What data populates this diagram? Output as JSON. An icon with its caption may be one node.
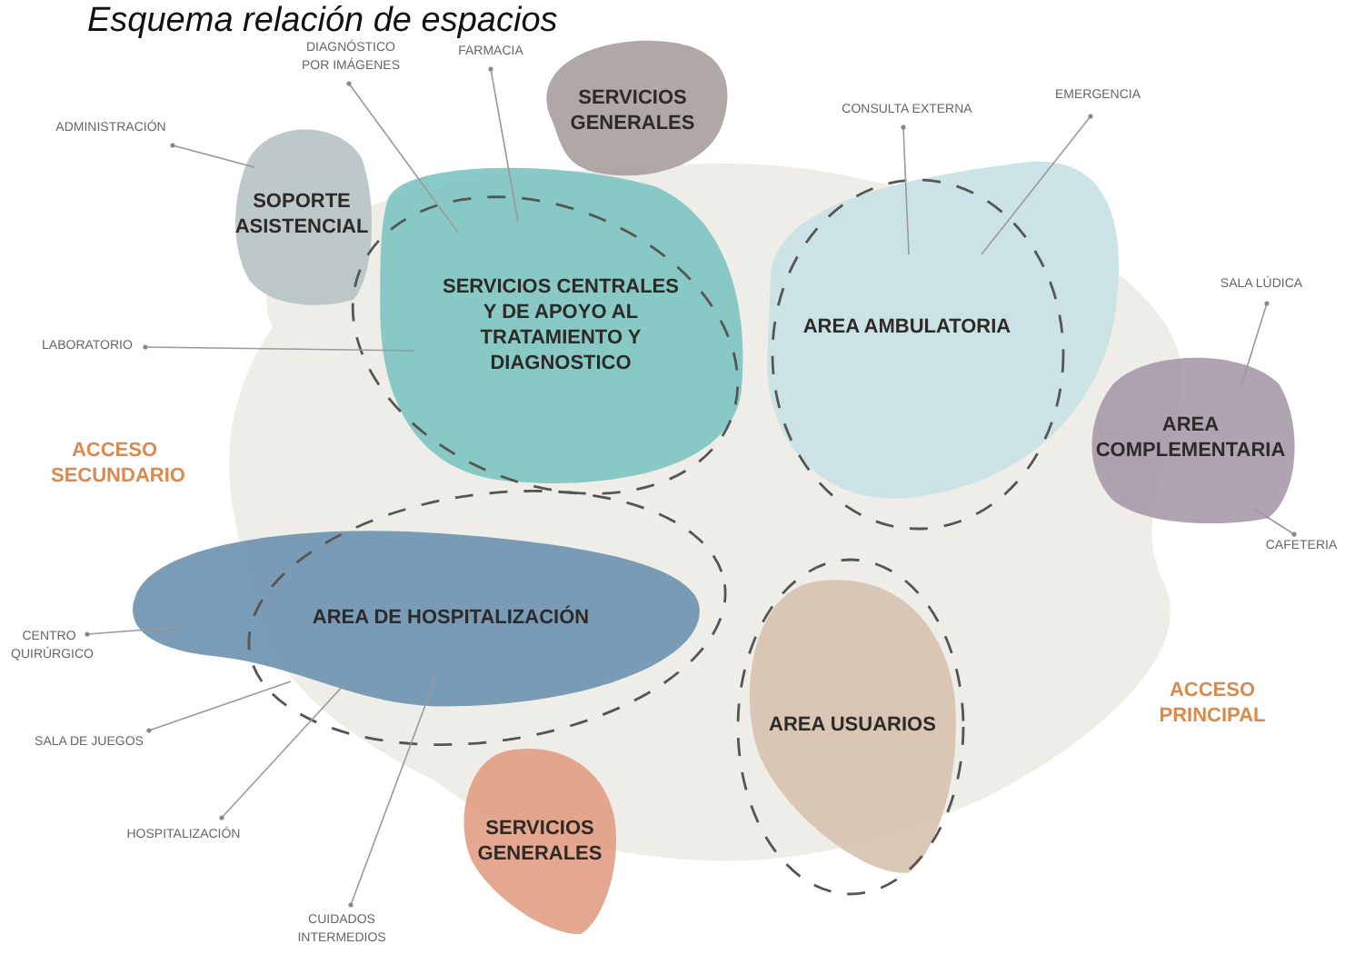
{
  "diagram": {
    "title": "Esquema relación de espacios",
    "nodes": [
      {
        "text": [
          "SERVICIOS GENERALES"
        ]
      },
      {
        "text": [
          "SOPORTE ASISTENCIAL"
        ]
      },
      {
        "text": [
          "SERVICIOS CENTRALES Y DE APOYO AL TRATAMIENTO Y DIAGNOSTICO"
        ]
      },
      {
        "text": [
          "AREA AMBULATORIA"
        ]
      },
      {
        "text": [
          "AREA COMPLEMENTARIA"
        ]
      },
      {
        "text": [
          "AREA DE HOSPITALIZACIÓN"
        ]
      },
      {
        "text": [
          "AREA USUARIOS"
        ]
      },
      {
        "text": [
          "SERVICIOS GENERALES"
        ]
      },
      {
        "text": [
          "DIAGNÓSTICO POR IMÁGENES"
        ]
      },
      {
        "text": [
          "FARMACIA"
        ]
      },
      {
        "text": [
          "ADMINISTRACIÓN"
        ]
      },
      {
        "text": [
          "LABORATORIO"
        ]
      },
      {
        "text": [
          "CONSULTA EXTERNA"
        ]
      },
      {
        "text": [
          "EMERGENCIA"
        ]
      },
      {
        "text": [
          "SALA LÚDICA"
        ]
      },
      {
        "text": [
          "CAFETERIA"
        ]
      },
      {
        "text": [
          "CENTRO QUIRÚRGICO"
        ]
      },
      {
        "text": [
          "SALA DE JUEGOS"
        ]
      },
      {
        "text": [
          "HOSPITALIZACIÓN"
        ]
      },
      {
        "text": [
          "CUIDADOS INTERMEDIOS"
        ]
      }
    ],
    "edges": [
      {
        "from": 8,
        "to": 2,
        "arrow": "other"
      },
      {
        "from": 9,
        "to": 2,
        "arrow": "other"
      },
      {
        "from": 10,
        "to": 1,
        "arrow": "other"
      },
      {
        "from": 11,
        "to": 2,
        "arrow": "other"
      },
      {
        "from": 12,
        "to": 3,
        "arrow": "other"
      },
      {
        "from": 13,
        "to": 3,
        "arrow": "other"
      },
      {
        "from": 14,
        "to": 4,
        "arrow": "other"
      },
      {
        "from": 15,
        "to": 4,
        "arrow": "other"
      },
      {
        "from": 16,
        "to": 5,
        "arrow": "other"
      },
      {
        "from": 17,
        "to": 5,
        "arrow": "other"
      },
      {
        "from": 18,
        "to": 5,
        "arrow": "other"
      },
      {
        "from": 19,
        "to": 5,
        "arrow": "other"
      }
    ],
    "labels": [
      "ACCESO SECUNDARIO",
      "ACCESO PRINCIPAL"
    ]
  }
}
